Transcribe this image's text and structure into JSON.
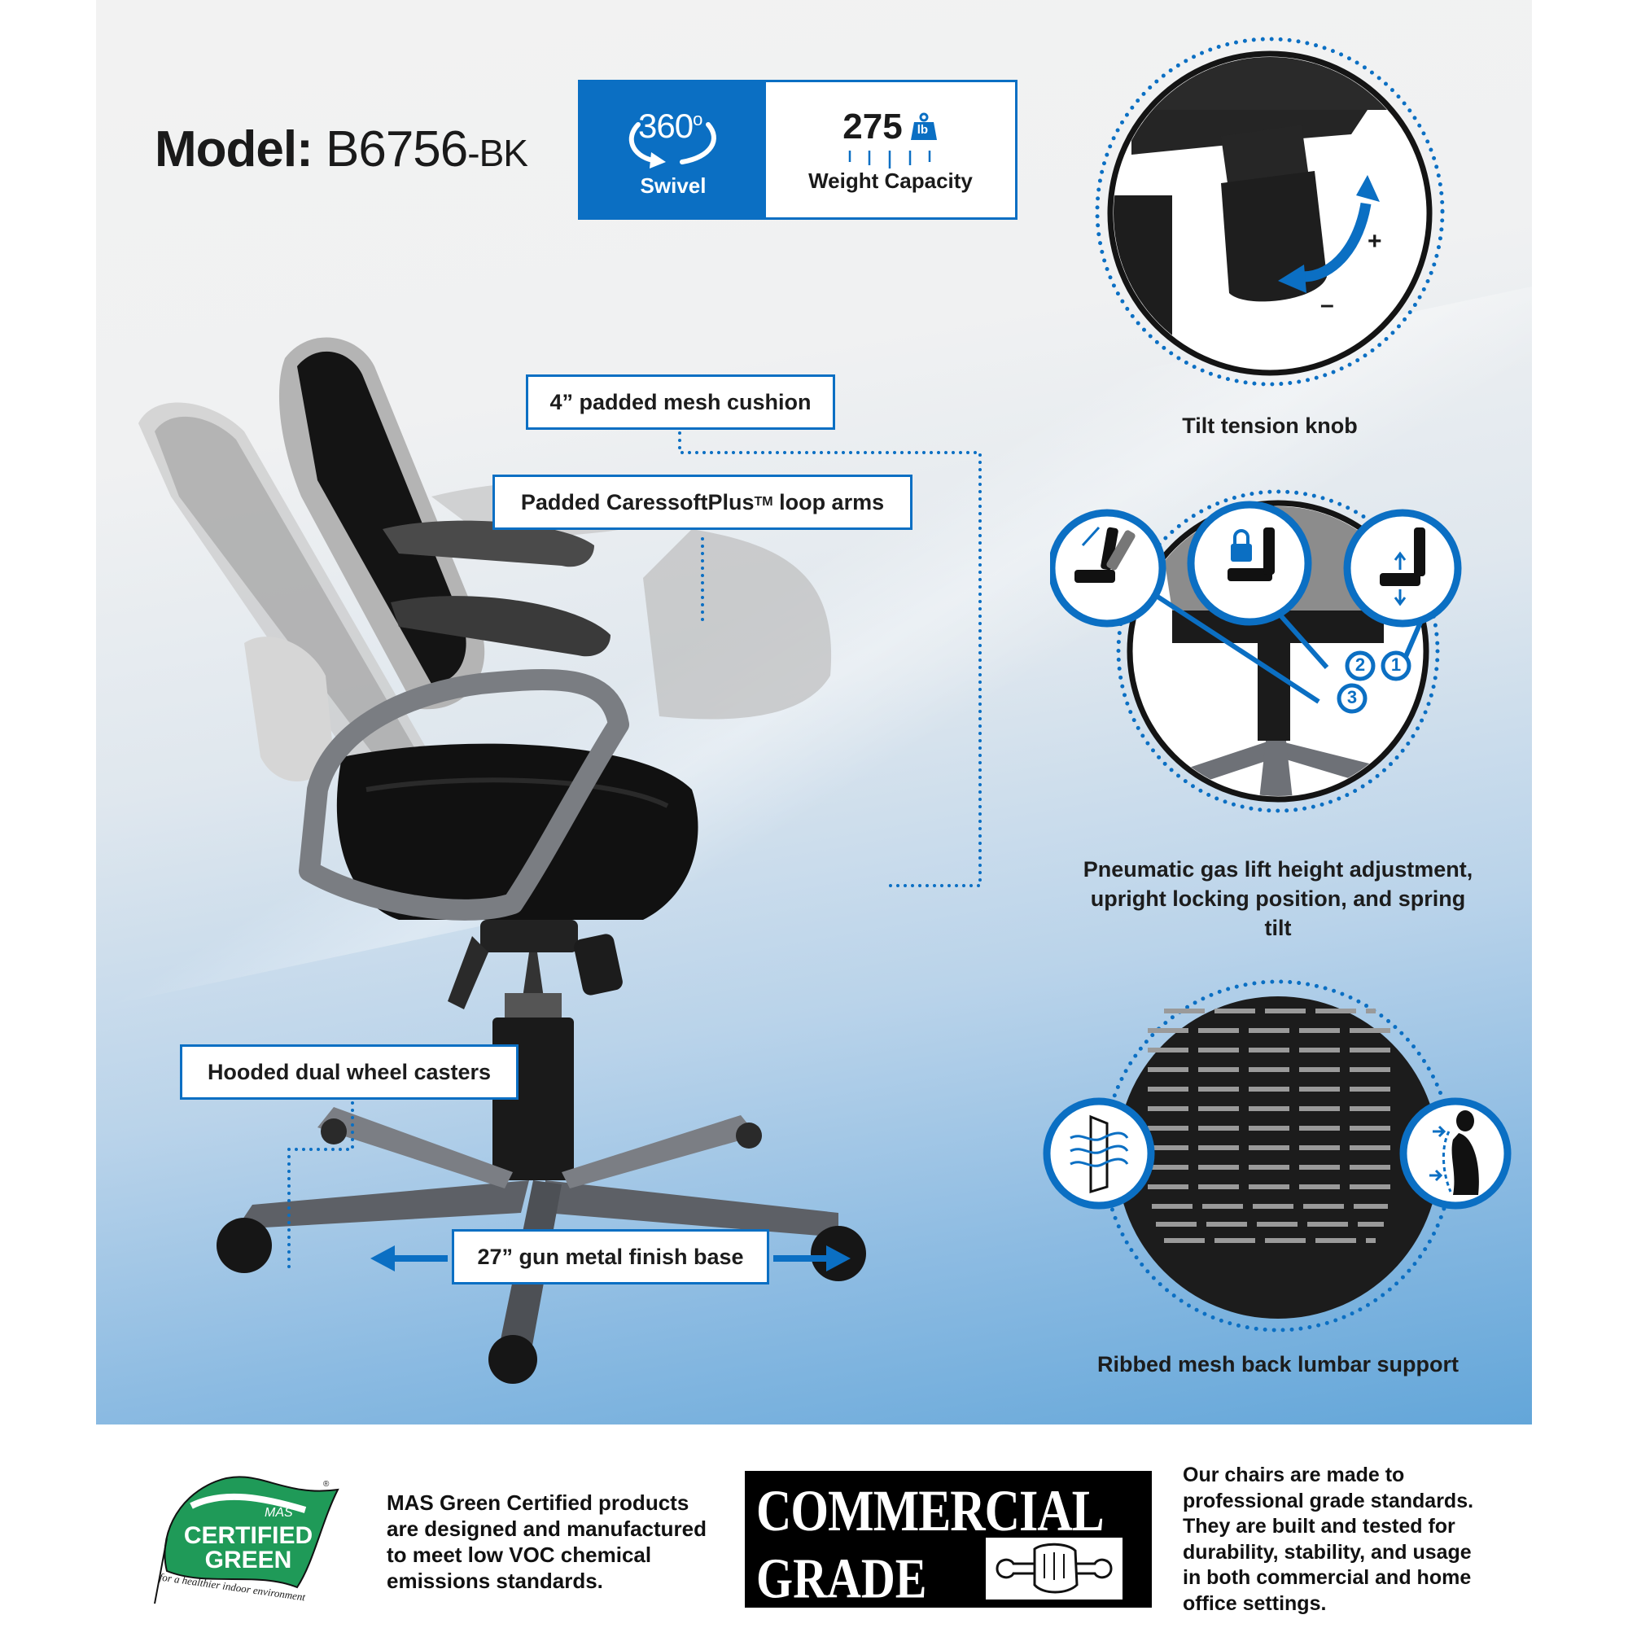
{
  "header": {
    "model_label": "Model:",
    "model_number": "B6756",
    "model_suffix": "-BK"
  },
  "specs": {
    "swivel": {
      "value": "360",
      "degree": "o",
      "label": "Swivel",
      "icon": "rotate-360-icon"
    },
    "weight": {
      "value": "275",
      "unit": "lb",
      "label": "Weight Capacity",
      "icon": "weight-icon"
    }
  },
  "callouts": {
    "cushion": "4” padded mesh cushion",
    "arms_text": "Padded CaressoftPlus",
    "arms_tm": "TM",
    "arms_suffix": " loop arms",
    "casters": "Hooded dual wheel casters",
    "base": "27” gun metal finish base"
  },
  "detail_circles": {
    "tilt": {
      "caption": "Tilt tension knob",
      "plus": "+",
      "minus": "–"
    },
    "controls": {
      "caption_line1": "Pneumatic gas lift height adjustment,",
      "caption_line2": "upright locking position, and spring",
      "caption_line3": "tilt",
      "badges": [
        "1",
        "2",
        "3"
      ],
      "icons": [
        "spring-tilt-icon",
        "upright-lock-icon",
        "height-adjust-icon"
      ]
    },
    "lumbar": {
      "caption": "Ribbed mesh back lumbar support",
      "icons": [
        "breathable-mesh-icon",
        "spine-support-icon"
      ]
    }
  },
  "footer": {
    "mas_logo": {
      "top": "MAS",
      "line1": "CERTIFIED",
      "line2": "GREEN",
      "tagline": "for a healthier indoor environment",
      "reg": "®"
    },
    "mas_text": [
      "MAS Green Certified products",
      "are designed and manufactured",
      "to meet low VOC chemical",
      "emissions standards."
    ],
    "commercial_badge": {
      "line1": "COMMERCIAL",
      "line2": "GRADE"
    },
    "commercial_text": [
      "Our chairs are made to",
      "professional grade standards.",
      "They are built and tested for",
      "durability, stability, and usage",
      "in both commercial and home",
      "office settings."
    ]
  },
  "colors": {
    "accent_blue": "#0b6fc3",
    "panel_bottom": "#63a6d9",
    "mas_green": "#1f9a58"
  }
}
